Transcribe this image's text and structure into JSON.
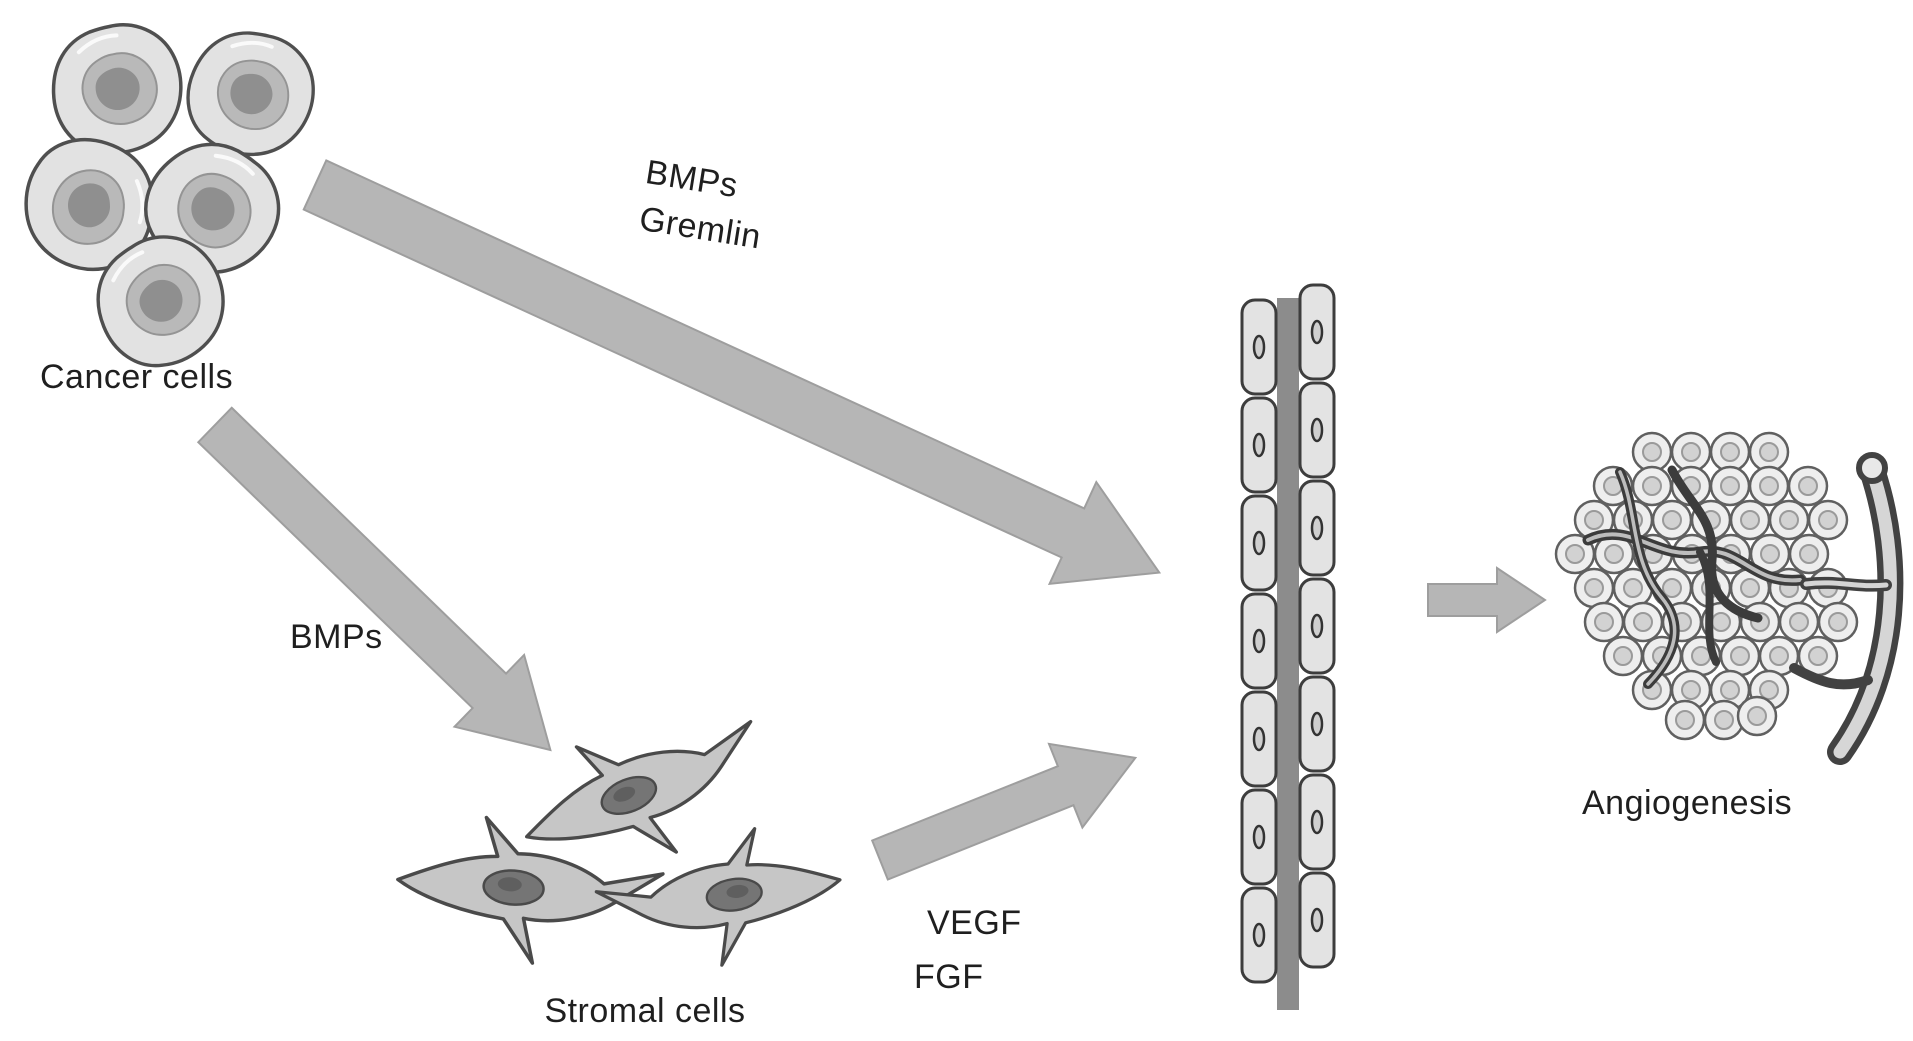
{
  "figure": {
    "type": "pathway-diagram",
    "background": "#ffffff",
    "labels": {
      "cancer_cells": "Cancer cells",
      "stromal_cells": "Stromal cells",
      "angiogenesis": "Angiogenesis",
      "edge_cancer_to_vessel_line1": "BMPs",
      "edge_cancer_to_vessel_line2": "Gremlin",
      "edge_cancer_to_stromal": "BMPs",
      "edge_stromal_to_vessel_line1": "VEGF",
      "edge_stromal_to_vessel_line2": "FGF"
    },
    "colors": {
      "arrow_fill": "#b6b6b6",
      "arrow_edge": "#9e9e9e",
      "text": "#1f1f1f",
      "cell_fill": "#e2e2e2",
      "cell_outline": "#4a4a4a",
      "nucleus": "#8f8f8f",
      "vessel_lumen": "#8c8c8c",
      "dark_vessel": "#3c3c3c"
    }
  }
}
